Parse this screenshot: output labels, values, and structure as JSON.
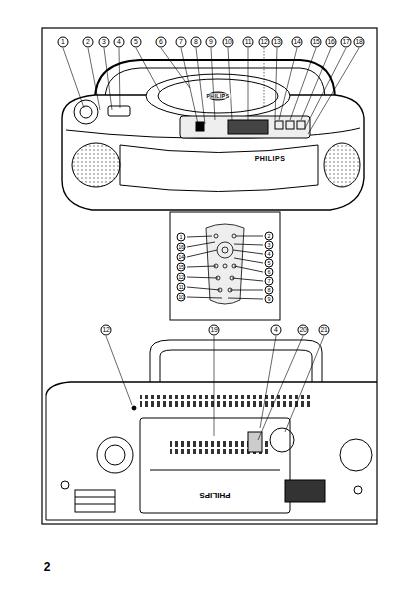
{
  "diagram": {
    "labels": [
      "1",
      "2",
      "3",
      "4",
      "5",
      "6",
      "7",
      "8",
      "9",
      "10",
      "11",
      "12",
      "13",
      "14",
      "15",
      "16",
      "17",
      "18",
      "PHILIPS",
      "PHILIPS",
      "1",
      "16",
      "14",
      "15",
      "12",
      "11",
      "10",
      "2",
      "3",
      "4",
      "5",
      "6",
      "7",
      "8",
      "9",
      "12",
      "19",
      "4",
      "20",
      "21",
      "PHILIPS",
      "2"
    ]
  }
}
